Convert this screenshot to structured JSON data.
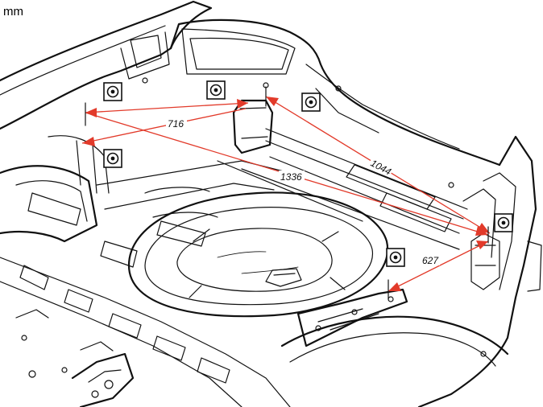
{
  "units": "mm",
  "dimensions": [
    {
      "id": "d716",
      "label": "716"
    },
    {
      "id": "d1044",
      "label": "1044"
    },
    {
      "id": "d1336",
      "label": "1336"
    },
    {
      "id": "d627",
      "label": "627"
    }
  ],
  "colors": {
    "dimension_line": "#e23a2a",
    "line_art": "#111111"
  },
  "symbol": {
    "name": "measurement-point-icon",
    "count": 6
  }
}
